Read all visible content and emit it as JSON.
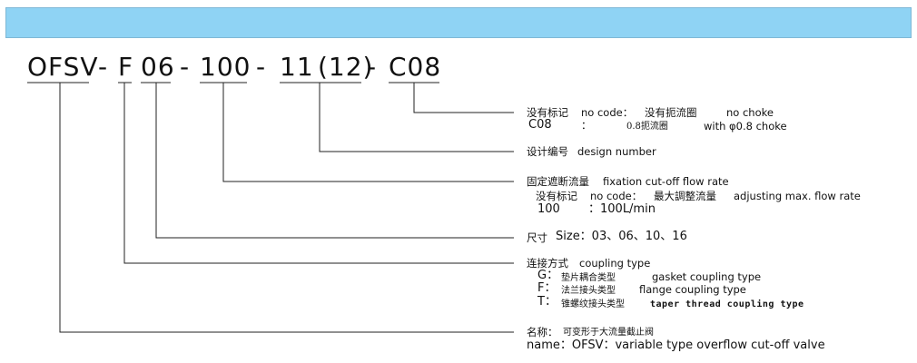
{
  "model_code": {
    "seg1": "OFSV",
    "sep1": "-",
    "seg2": "F",
    "seg3": "06",
    "sep2": "-",
    "seg4": "100",
    "sep3": "-",
    "seg5": "11",
    "seg6": "(12)",
    "sep4": "-",
    "seg7": "C08"
  },
  "choke": {
    "cn_label": "没有标记",
    "en_label": "no code：",
    "cn_value": "没有扼流圈",
    "en_value": "no choke",
    "code": "C08",
    "colon": "：",
    "cn_value2": "0.8扼流圈",
    "en_value2": "with φ0.8 choke"
  },
  "design": {
    "cn_label": "设计编号",
    "en_label": "design number"
  },
  "flow": {
    "cn_label": "固定遮断流量",
    "en_label": "fixation cut-off flow rate",
    "cn_nocode": "没有标记",
    "en_nocode": "no code：",
    "cn_max": "最大調整流量",
    "en_max": "adjusting max. flow rate",
    "code": "100",
    "value": "：100L/min"
  },
  "size": {
    "cn_label": "尺寸",
    "en_label": "Size：03、06、10、16"
  },
  "coupling": {
    "cn_label": "连接方式",
    "en_label": "coupling type",
    "g_code": "G：",
    "g_cn": "垫片耦合类型",
    "g_en": "gasket coupling type",
    "f_code": "F：",
    "f_cn": "法兰接头类型",
    "f_en": "flange coupling type",
    "t_code": "T：",
    "t_cn": "锥螺纹接头类型",
    "t_en": "taper thread coupling type"
  },
  "name": {
    "cn_label": "名称：",
    "cn_value": "可变形于大流量截止阀",
    "en_line": "name：OFSV：variable type overflow cut-off valve"
  }
}
